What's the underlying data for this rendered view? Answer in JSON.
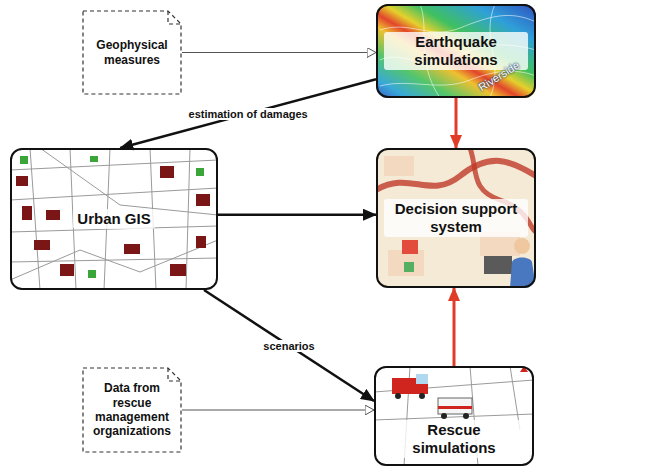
{
  "diagram": {
    "nodes": [
      {
        "text": [
          "Geophysical measures"
        ]
      },
      {
        "text": [
          "Earthquake simulations"
        ]
      },
      {
        "text": [
          "Urban GIS"
        ]
      },
      {
        "text": [
          "Decision support system"
        ]
      },
      {
        "text": [
          "Data from rescue management organizations"
        ]
      },
      {
        "text": [
          "Rescue simulations"
        ]
      }
    ],
    "edges": [
      {
        "from": 0,
        "to": 1,
        "arrow": "to"
      },
      {
        "from": 1,
        "to": 2,
        "label": "estimation of damages",
        "arrow": "to"
      },
      {
        "from": 1,
        "to": 3,
        "arrow": "to"
      },
      {
        "from": 2,
        "to": 3,
        "arrow": "to"
      },
      {
        "from": 2,
        "to": 5,
        "label": "scenarios",
        "arrow": "to"
      },
      {
        "from": 4,
        "to": 5,
        "arrow": "to"
      },
      {
        "from": 5,
        "to": 3,
        "arrow": "to"
      }
    ],
    "labels": [
      "Riverside"
    ]
  }
}
